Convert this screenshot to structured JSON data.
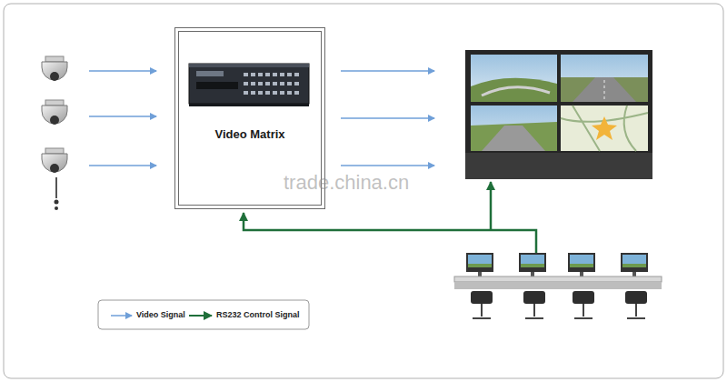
{
  "diagram": {
    "nodes": [
      {
        "text": [
          "Video Matrix"
        ]
      }
    ],
    "labels": [
      "trade.china.cn"
    ],
    "legend": [
      {
        "text": "Video Signal"
      },
      {
        "text": "RS232 Control Signal"
      }
    ]
  }
}
